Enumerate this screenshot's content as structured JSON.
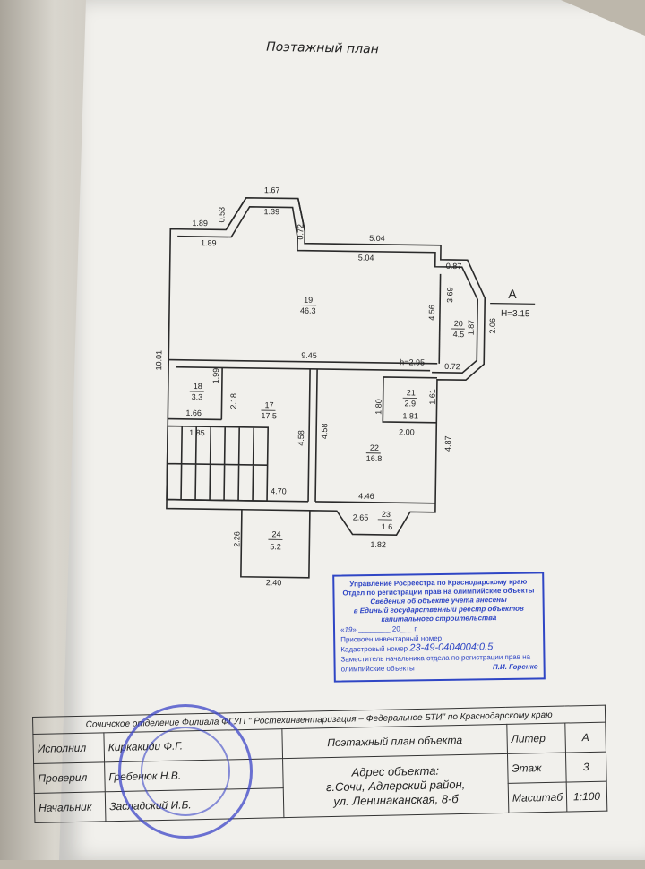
{
  "page_title": "Поэтажный план",
  "plan": {
    "dims": {
      "d167": "1.67",
      "d139": "1.39",
      "d189a": "1.89",
      "d189b": "1.89",
      "d053": "0.53",
      "d072a": "0.72",
      "d504a": "5.04",
      "d504b": "5.04",
      "d087": "0.87",
      "d369": "3.69",
      "d187": "1.87",
      "d206": "2.06",
      "d456": "4.56",
      "d1001": "10.01",
      "d945": "9.45",
      "d072b": "0.72",
      "h295": "h=2.95",
      "d199": "1.99",
      "d218": "2.18",
      "d166": "1.66",
      "d180": "1.80",
      "d161": "1.61",
      "d181": "1.81",
      "d200": "2.00",
      "d458a": "4.58",
      "d458b": "4.58",
      "d487": "4.87",
      "d185": "1.85",
      "d470": "4.70",
      "d446": "4.46",
      "d265": "2.65",
      "d182": "1.82",
      "d226": "2.26",
      "d240": "2.40"
    },
    "section_label": "А",
    "height_label": "Н=3.15",
    "rooms": [
      {
        "num": "19",
        "area": "46.3"
      },
      {
        "num": "20",
        "area": "4.5"
      },
      {
        "num": "18",
        "area": "3.3"
      },
      {
        "num": "17",
        "area": "17.5"
      },
      {
        "num": "21",
        "area": "2.9"
      },
      {
        "num": "22",
        "area": "16.8"
      },
      {
        "num": "23",
        "area": "1.6"
      },
      {
        "num": "24",
        "area": "5.2"
      }
    ]
  },
  "stamp": {
    "line1": "Управление Росреестра по Краснодарскому краю",
    "line2": "Отдел по регистрации прав на олимпийские объекты",
    "line3": "Сведения об объекте учета внесены",
    "line4": "в Единый государственный реестр объектов",
    "line5": "капитального строительства",
    "date_day": "19",
    "date_year": "20",
    "date_suffix": "г.",
    "inv_label": "Присвоен инвентарный номер",
    "cad_label": "Кадастровый номер",
    "cad_value": "23-49-0404004:0.5",
    "deputy1": "Заместитель начальника отдела по регистрации прав на",
    "deputy2": "олимпийские объекты",
    "deputy_name": "П.И. Горенко"
  },
  "frame": {
    "header": "Сочинское отделение Филиала ФГУП \" Ростехинвентаризация – Федеральное БТИ\" по Краснодарскому краю",
    "executor_label": "Исполнил",
    "executor_name": "Киркакиди Ф.Г.",
    "checked_label": "Проверил",
    "checked_name": "Гребенюк Н.В.",
    "chief_label": "Начальник",
    "chief_name": "Засладский И.Б.",
    "doc_title": "Поэтажный план объекта",
    "address_label": "Адрес объекта:",
    "address_line1": "г.Сочи, Адлерский район,",
    "address_line2": "ул. Ленинаканская, 8-б",
    "liter_label": "Литер",
    "liter_value": "А",
    "floor_label": "Этаж",
    "floor_value": "3",
    "scale_label": "Масштаб",
    "scale_value": "1:100"
  }
}
